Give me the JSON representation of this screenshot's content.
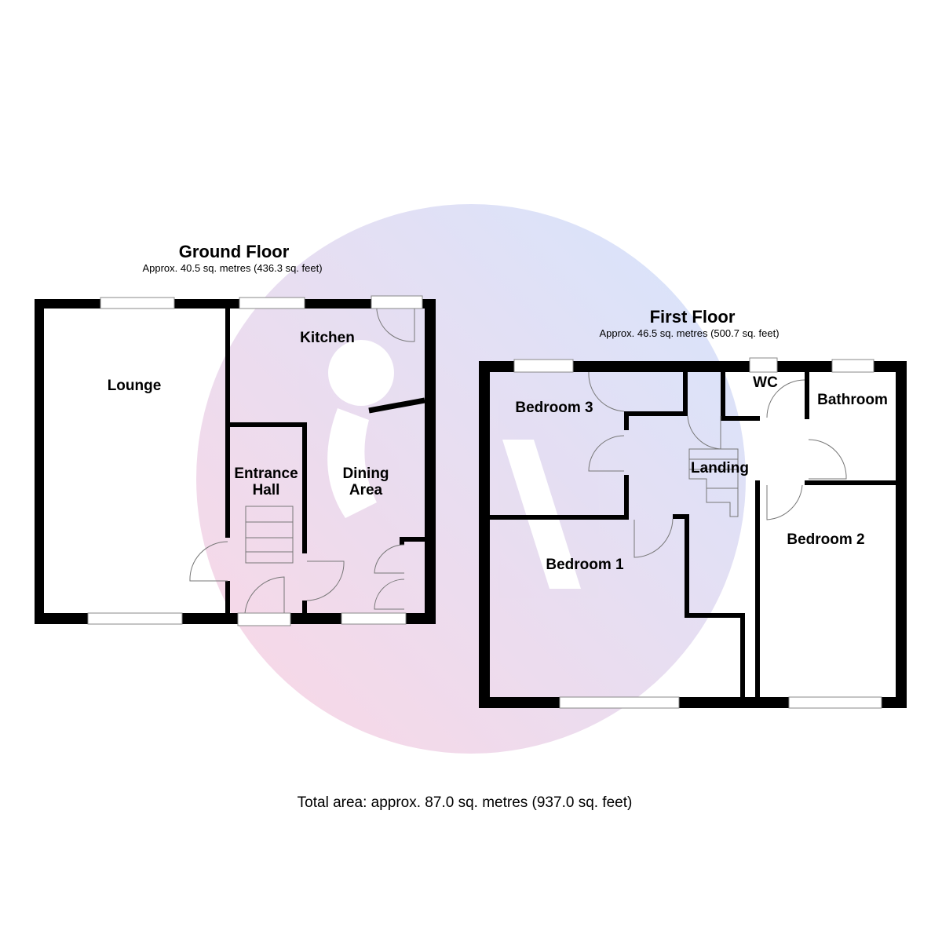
{
  "ground_floor": {
    "title": "Ground Floor",
    "area": "Approx. 40.5 sq. metres (436.3 sq. feet)",
    "rooms": {
      "lounge": "Lounge",
      "kitchen": "Kitchen",
      "entrance_1": "Entrance",
      "entrance_2": "Hall",
      "dining_1": "Dining",
      "dining_2": "Area"
    }
  },
  "first_floor": {
    "title": "First Floor",
    "area": "Approx. 46.5 sq. metres (500.7 sq. feet)",
    "rooms": {
      "bedroom3": "Bedroom 3",
      "wc": "WC",
      "bathroom": "Bathroom",
      "landing": "Landing",
      "bedroom1": "Bedroom 1",
      "bedroom2": "Bedroom 2"
    }
  },
  "total": "Total area: approx. 87.0 sq. metres (937.0 sq. feet)",
  "watermark_colors": {
    "pink": "#f7c6da",
    "blue": "#c9dcfb"
  }
}
